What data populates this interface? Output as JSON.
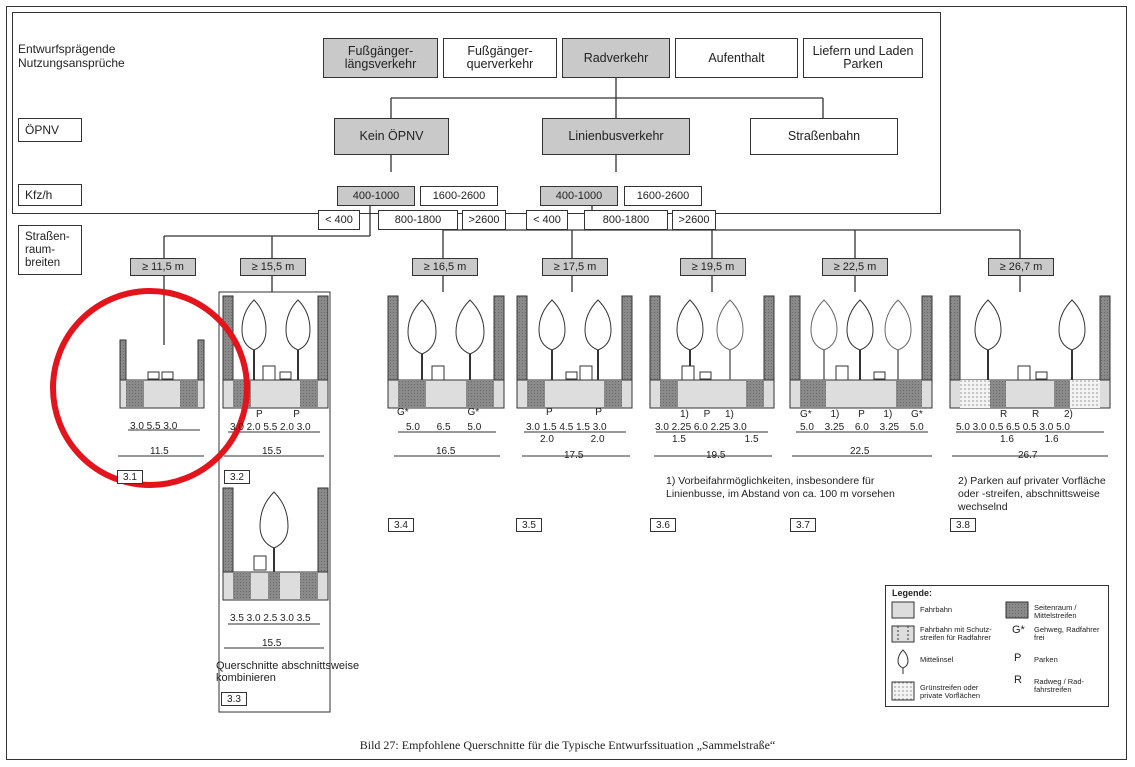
{
  "header": {
    "left_label": "Entwurfsprägende Nutzungsansprüche",
    "oepnv_label": "ÖPNV",
    "kfz_label": "Kfz/h",
    "strassenraum_label": "Straßen-raum-breiten"
  },
  "uses": {
    "fuss_laengs": "Fußgänger-längsverkehr",
    "fuss_quer": "Fußgänger-querverkehr",
    "rad": "Radverkehr",
    "aufenthalt": "Aufenthalt",
    "liefern": "Liefern und Laden Parken"
  },
  "oepnv": {
    "kein": "Kein ÖPNV",
    "linienbus": "Linienbusverkehr",
    "strassenbahn": "Straßenbahn"
  },
  "kfz_left": {
    "a": "400-1000",
    "b": "1600-2600",
    "c": "< 400",
    "d": "800-1800",
    "e": ">2600"
  },
  "kfz_right": {
    "a": "400-1000",
    "b": "1600-2600",
    "c": "< 400",
    "d": "800-1800",
    "e": ">2600"
  },
  "widths": {
    "w1": "≥ 11,5 m",
    "w2": "≥ 15,5 m",
    "w3": "≥ 16,5 m",
    "w4": "≥ 17,5 m",
    "w5": "≥ 19,5 m",
    "w6": "≥ 22,5 m",
    "w7": "≥ 26,7 m"
  },
  "sections": {
    "s31": {
      "dims": "3.0 5.5 3.0",
      "total": "11.5",
      "id": "3.1"
    },
    "s32": {
      "tags": "P P",
      "dims": "3.0 2.0 5.5 2.0 3.0",
      "total": "15.5",
      "id": "3.2"
    },
    "s33": {
      "dims": "3.5 3.0 2.5 3.0 3.5",
      "total": "15.5",
      "id": "3.3",
      "note": "Querschnitte abschnittsweise kombinieren"
    },
    "s34": {
      "tags": "G* G*",
      "dims": "5.0 6.5 5.0",
      "total": "16.5",
      "id": "3.4"
    },
    "s35": {
      "tags": "P P",
      "dims": "3.0 1.5 4.5 1.5 3.0",
      "sub": "2.0 2.0",
      "total": "17.5",
      "id": "3.5"
    },
    "s36": {
      "tags": "1) P 1)",
      "dims": "3.0 2.25 6.0 2.25 3.0",
      "sub": "1.5 1.5",
      "total": "19.5",
      "id": "3.6"
    },
    "s37": {
      "tags": "G* 1) P 1) G*",
      "dims": "5.0 3.25 6.0 3.25 5.0",
      "total": "22.5",
      "id": "3.7"
    },
    "s38": {
      "tags": "R R 2)",
      "dims": "5.0 3.0 0.5 6.5 0.5 3.0 5.0",
      "sub": "1.6 1.6",
      "total": "26.7",
      "id": "3.8"
    }
  },
  "notes": {
    "n1": "1) Vorbeifahrmöglichkeiten, insbesondere für Linienbusse, im Abstand von ca. 100 m vorsehen",
    "n2": "2) Parken auf privater Vorfläche oder -streifen, abschnittsweise wechselnd"
  },
  "legend": {
    "title": "Legende:",
    "fahrbahn": "Fahrbahn",
    "seitenraum": "Seitenraum / Mittelstreifen",
    "schutzstreifen": "Fahrbahn mit Schutz-streifen für Radfahrer",
    "gehweg": "Gehweg, Radfahrer frei",
    "gehweg_sym": "G*",
    "mittelinsel": "Mittelinsel",
    "parken": "Parken",
    "parken_sym": "P",
    "gruen": "Grünstreifen oder private Vorflächen",
    "radweg": "Radweg / Rad-fahrstreifen",
    "radweg_sym": "R"
  },
  "caption": "Bild 27: Empfohlene Querschnitte für die Typische Entwurfssituation „Sammelstraße“",
  "highlight_color": "#e3141b"
}
